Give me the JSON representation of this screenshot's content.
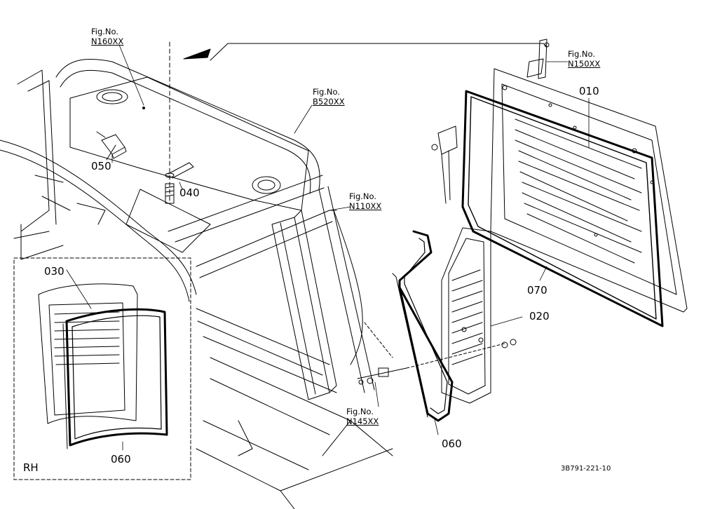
{
  "figure_refs": {
    "n160": {
      "line1": "Fig.No.",
      "line2": "N160XX"
    },
    "b520": {
      "line1": "Fig.No.",
      "line2": "B520XX"
    },
    "n150": {
      "line1": "Fig.No.",
      "line2": "N150XX"
    },
    "n110": {
      "line1": "Fig.No.",
      "line2": "N110XX"
    },
    "n145": {
      "line1": "Fig.No.",
      "line2": "N145XX"
    }
  },
  "parts": {
    "p010": "010",
    "p020": "020",
    "p030": "030",
    "p040": "040",
    "p050": "050",
    "p060_main": "060",
    "p060_inset": "060",
    "p070": "070"
  },
  "inset": {
    "side_label": "RH"
  },
  "drawing_ref": "3B791-221-10",
  "colors": {
    "line": "#000000",
    "background": "#ffffff"
  }
}
